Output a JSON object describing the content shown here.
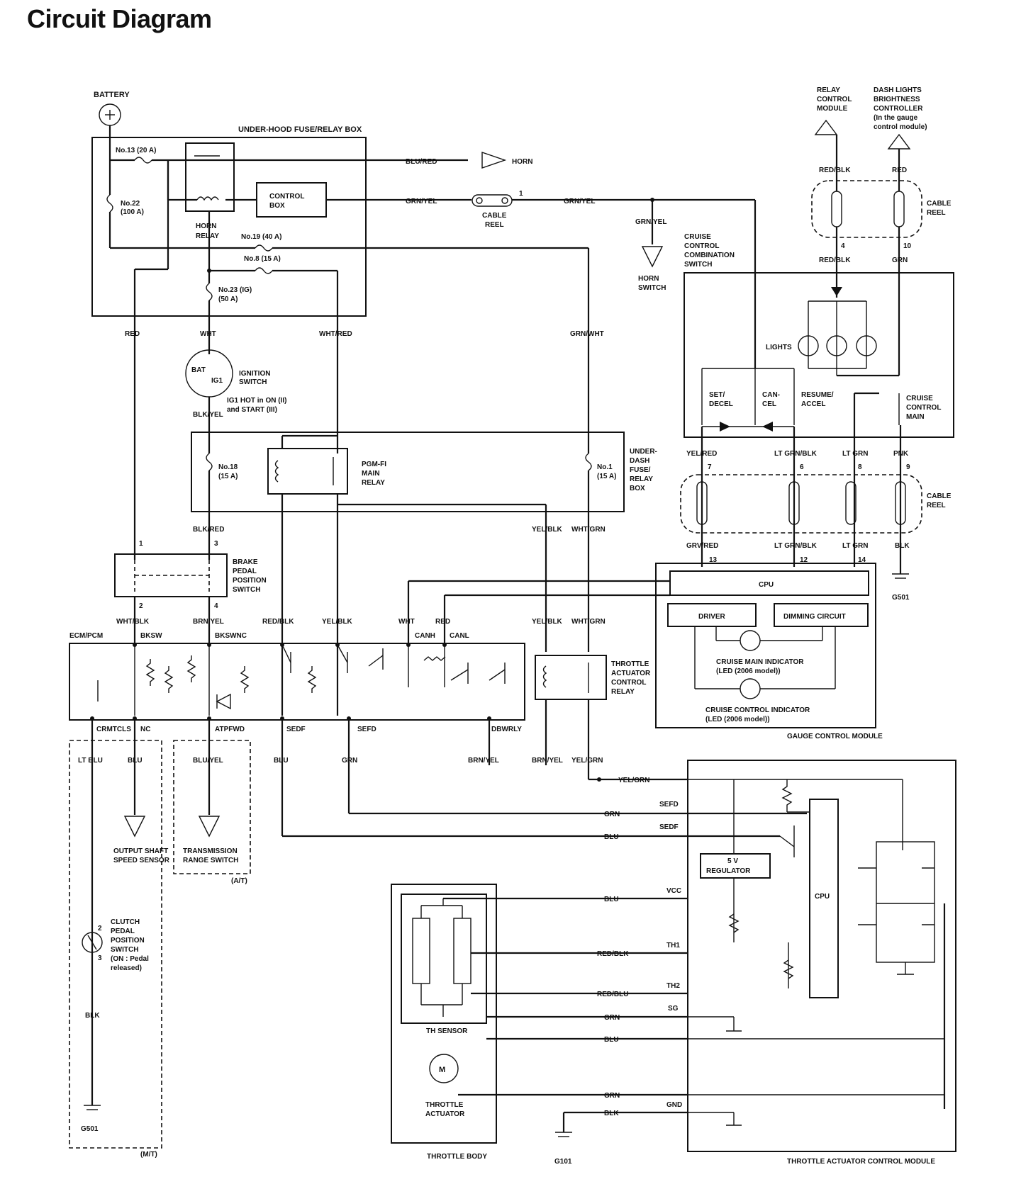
{
  "title": "Circuit Diagram",
  "labels": {
    "battery": "BATTERY",
    "under_hood_box": "UNDER-HOOD FUSE/RELAY BOX",
    "fuse13": "No.13 (20 A)",
    "fuse22a": "No.22",
    "fuse22b": "(100 A)",
    "horn_relay_a": "HORN",
    "horn_relay_b": "RELAY",
    "control_box_a": "CONTROL",
    "control_box_b": "BOX",
    "fuse19": "No.19 (40 A)",
    "fuse8": "No.8 (15 A)",
    "fuse23a": "No.23 (IG)",
    "fuse23b": "(50 A)",
    "blu_red": "BLU/RED",
    "horn": "HORN",
    "grn_yel_1": "GRN/YEL",
    "grn_yel_2": "GRN/YEL",
    "grn_yel_3": "GRN/YEL",
    "cable_reel_a": "CABLE",
    "cable_reel_b": "REEL",
    "pin1": "1",
    "horn_switch_a": "HORN",
    "horn_switch_b": "SWITCH",
    "relay_ctrl_a": "RELAY",
    "relay_ctrl_b": "CONTROL",
    "relay_ctrl_c": "MODULE",
    "dash_a": "DASH LIGHTS",
    "dash_b": "BRIGHTNESS",
    "dash_c": "CONTROLLER",
    "dash_d": "(In the gauge",
    "dash_e": "control module)",
    "red_blk_1": "RED/BLK",
    "red_1": "RED",
    "cable_reel2_a": "CABLE",
    "cable_reel2_b": "REEL",
    "pin4": "4",
    "pin10": "10",
    "red_blk_2": "RED/BLK",
    "grn_1": "GRN",
    "ccs_a": "CRUISE",
    "ccs_b": "CONTROL",
    "ccs_c": "COMBINATION",
    "ccs_d": "SWITCH",
    "lights": "LIGHTS",
    "set_a": "SET/",
    "set_b": "DECEL",
    "can_a": "CAN-",
    "can_b": "CEL",
    "res_a": "RESUME/",
    "res_b": "ACCEL",
    "ccm_a": "CRUISE",
    "ccm_b": "CONTROL",
    "ccm_c": "MAIN",
    "red": "RED",
    "wht": "WHT",
    "wht_red": "WHT/RED",
    "grn_wht": "GRN/WHT",
    "bat": "BAT",
    "ig1": "IG1",
    "ign_a": "IGNITION",
    "ign_b": "SWITCH",
    "ig1_note_a": "IG1 HOT in ON (II)",
    "ig1_note_b": "and START (III)",
    "blk_yel": "BLK/YEL",
    "fuse18a": "No.18",
    "fuse18b": "(15 A)",
    "pgm_a": "PGM-FI",
    "pgm_b": "MAIN",
    "pgm_c": "RELAY",
    "fuse1a": "No.1",
    "fuse1b": "(15 A)",
    "ud_a": "UNDER-",
    "ud_b": "DASH",
    "ud_c": "FUSE/",
    "ud_d": "RELAY",
    "ud_e": "BOX",
    "yel_red": "YEL/RED",
    "lt_grn_blk_1": "LT GRN/BLK",
    "lt_grn_1": "LT GRN",
    "pnk": "PNK",
    "pin7": "7",
    "pin6": "6",
    "pin8": "8",
    "pin9": "9",
    "cable_reel3_a": "CABLE",
    "cable_reel3_b": "REEL",
    "grv_red": "GRV/RED",
    "lt_grn_blk_2": "LT GRN/BLK",
    "lt_grn_2": "LT GRN",
    "blk_1": "BLK",
    "pin13": "13",
    "pin12": "12",
    "pin14": "14",
    "g501_a": "G501",
    "cpu1": "CPU",
    "driver": "DRIVER",
    "dimming": "DIMMING CIRCUIT",
    "cmi_a": "CRUISE MAIN INDICATOR",
    "cmi_b": "(LED (2006 model))",
    "cci_a": "CRUISE CONTROL INDICATOR",
    "cci_b": "(LED (2006 model))",
    "gcm": "GAUGE CONTROL MODULE",
    "yel_blk_1": "YEL/BLK",
    "wht_grn_1": "WHT/GRN",
    "blk_red": "BLK/RED",
    "pin_1b": "1",
    "pin_3b": "3",
    "bpps_a": "BRAKE",
    "bpps_b": "PEDAL",
    "bpps_c": "POSITION",
    "bpps_d": "SWITCH",
    "pin_2b": "2",
    "pin_4b": "4",
    "wht_blk": "WHT/BLK",
    "brn_yel_1": "BRN/YEL",
    "red_blk_3": "RED/BLK",
    "yel_blk_2": "YEL/BLK",
    "wht_2": "WHT",
    "red_2": "RED",
    "yel_blk_3": "YEL/BLK",
    "wht_grn_2": "WHT/GRN",
    "ecm": "ECM/PCM",
    "bksw": "BKSW",
    "bkswnc": "BKSWNC",
    "canh": "CANH",
    "canl": "CANL",
    "tacr_a": "THROTTLE",
    "tacr_b": "ACTUATOR",
    "tacr_c": "CONTROL",
    "tacr_d": "RELAY",
    "crmtcls": "CRMTCLS",
    "nc": "NC",
    "atpfwd": "ATPFWD",
    "sedf": "SEDF",
    "sefd": "SEFD",
    "dbwrly": "DBWRLY",
    "lt_blu": "LT BLU",
    "blu_1": "BLU",
    "blu_yel": "BLU/YEL",
    "blu_2": "BLU",
    "grn_2": "GRN",
    "brn_yel_2": "BRN/YEL",
    "brn_yel_3": "BRN/YEL",
    "yel_grn_1": "YEL/GRN",
    "yel_grn_2": "YEL/GRN",
    "oss_a": "OUTPUT SHAFT",
    "oss_b": "SPEED SENSOR",
    "trs_a": "TRANSMISSION",
    "trs_b": "RANGE SWITCH",
    "at": "(A/T)",
    "grn_3": "GRN",
    "sefd_2": "SEFD",
    "blu_3": "BLU",
    "sedf_2": "SEDF",
    "reg_a": "5 V",
    "reg_b": "REGULATOR",
    "cpu2": "CPU",
    "cpps_a": "CLUTCH",
    "cpps_b": "PEDAL",
    "cpps_c": "POSITION",
    "cpps_d": "SWITCH",
    "cpps_e": "(ON : Pedal",
    "cpps_f": "released)",
    "pin2c": "2",
    "pin3c": "3",
    "blu_4": "BLU",
    "vcc": "VCC",
    "red_blk_4": "RED/BLK",
    "th1": "TH1",
    "red_blu": "RED/BLU",
    "th2": "TH2",
    "grn_4": "GRN",
    "sg": "SG",
    "blu_5": "BLU",
    "th_sensor": "TH SENSOR",
    "motor": "M",
    "ta_a": "THROTTLE",
    "ta_b": "ACTUATOR",
    "grn_5": "GRN",
    "blk_2": "BLK",
    "gnd": "GND",
    "blk_3": "BLK",
    "g501_b": "G501",
    "mt": "(M/T)",
    "throttle_body": "THROTTLE BODY",
    "g101": "G101",
    "tacm": "THROTTLE ACTUATOR CONTROL MODULE"
  }
}
